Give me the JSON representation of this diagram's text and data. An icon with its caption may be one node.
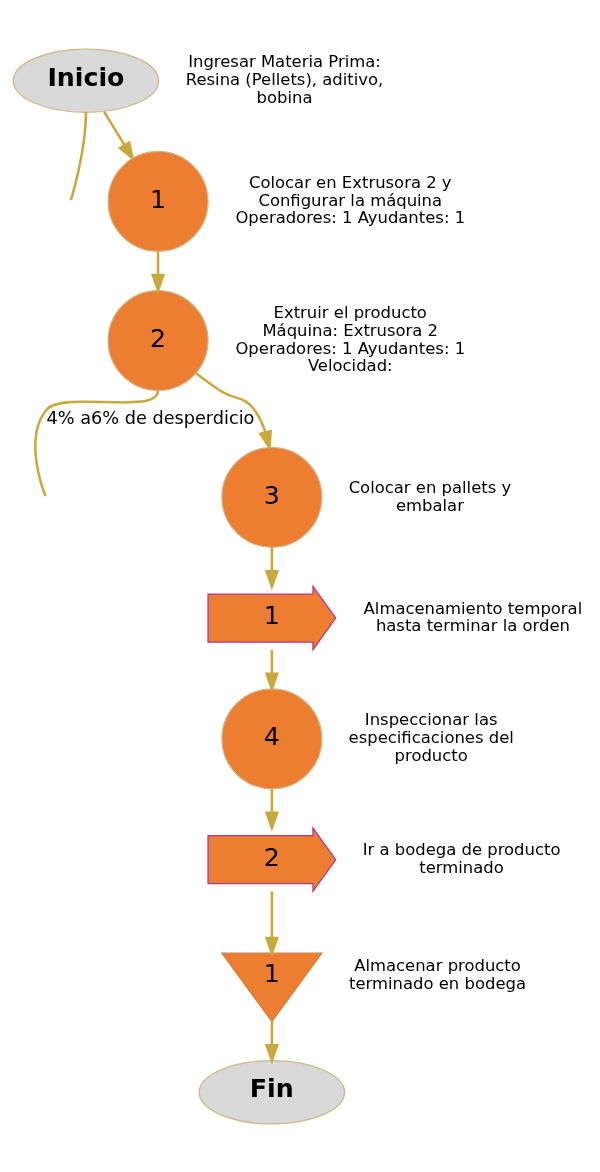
{
  "diagram": {
    "nodes": [
      {
        "text": [
          "Inicio"
        ],
        "beside": [
          "Ingresar Materia Prima: Resina (Pellets), aditivo, bobina"
        ]
      },
      {
        "text": [
          "1"
        ],
        "beside": [
          "Colocar en Extrusora 2 y Configurar la máquina Operadores: 1 Ayudantes: 1"
        ]
      },
      {
        "text": [
          "2"
        ],
        "beside": [
          "Extruir el producto Máquina: Extrusora 2 Operadores: 1 Ayudantes: 1 Velocidad:"
        ]
      },
      {
        "text": [
          "3"
        ],
        "beside": [
          "Colocar en pallets y embalar"
        ]
      },
      {
        "text": [
          "1"
        ],
        "beside": [
          "Almacenamiento temporal hasta terminar la orden"
        ]
      },
      {
        "text": [
          "4"
        ],
        "beside": [
          "Inspeccionar las especificaciones del producto"
        ]
      },
      {
        "text": [
          "2"
        ],
        "beside": [
          "Ir a bodega de producto terminado"
        ]
      },
      {
        "text": [
          "1"
        ],
        "beside": [
          "Almacenar producto terminado en bodega"
        ]
      },
      {
        "text": [
          "Fin"
        ]
      }
    ],
    "edges": [
      {
        "from": 0,
        "to": null,
        "arrow": "none"
      },
      {
        "from": 0,
        "to": 1,
        "arrow": "to"
      },
      {
        "from": 1,
        "to": 2,
        "arrow": "to"
      },
      {
        "from": 2,
        "to": null,
        "arrow": "none",
        "label": "4% a6% de desperdicio"
      },
      {
        "from": 2,
        "to": 3,
        "arrow": "to"
      },
      {
        "from": 3,
        "to": 4,
        "arrow": "to"
      },
      {
        "from": 4,
        "to": 5,
        "arrow": "to"
      },
      {
        "from": 5,
        "to": 6,
        "arrow": "to"
      },
      {
        "from": 6,
        "to": 7,
        "arrow": "to"
      },
      {
        "from": 7,
        "to": 8,
        "arrow": "to"
      }
    ]
  }
}
